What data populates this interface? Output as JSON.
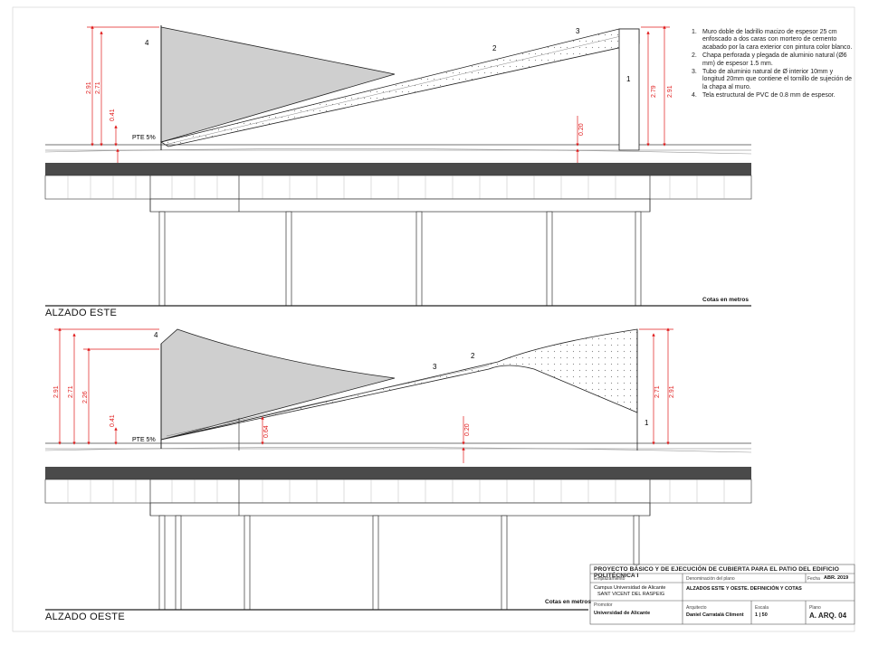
{
  "sheet": {
    "units_note": "Cotas en metros",
    "slope_label": "PTE 5%",
    "east": {
      "caption": "ALZADO ESTE",
      "markers": [
        "1",
        "2",
        "3",
        "4"
      ],
      "dims_left": [
        "2.91",
        "2.71",
        "0.41"
      ],
      "dims_right": [
        "2.79",
        "2.91"
      ],
      "dim_mid": "0.20"
    },
    "west": {
      "caption": "ALZADO OESTE",
      "markers": [
        "1",
        "2",
        "3",
        "4"
      ],
      "dims_left": [
        "2.91",
        "2.71",
        "2.26",
        "0.41"
      ],
      "dims_right": [
        "2.71",
        "2.91"
      ],
      "dim_mid": "0.20",
      "dim_inner": "0.64"
    }
  },
  "notes": [
    {
      "num": "1.",
      "text": "Muro doble de ladrillo macizo de espesor 25 cm enfoscado a dos caras con mortero de cemento acabado por la cara exterior con pintura color blanco."
    },
    {
      "num": "2.",
      "text": "Chapa perforada y plegada de aluminio natural (Ø6 mm) de espesor 1.5 mm."
    },
    {
      "num": "3.",
      "text": "Tubo de aluminio natural de Ø interior 10mm y longitud 20mm que contiene el tornillo de sujeción de la chapa al muro."
    },
    {
      "num": "4.",
      "text": "Tela estructural de PVC de 0.8 mm de espesor."
    }
  ],
  "title_block": {
    "project": "PROYECTO BÁSICO Y DE EJECUCIÓN DE CUBIERTA PARA EL PATIO DEL EDIFICIO POLITÉCNICA I",
    "site_label": "Emplazamiento",
    "site_line1": "Campus Universidad de Alicante",
    "site_line2": "SANT VICENT DEL RASPEIG",
    "plan_label": "Denominación del plano",
    "plan_value": "ALZADOS ESTE Y OESTE. DEFINICIÓN Y COTAS",
    "date_label": "Fecha",
    "date_value": "ABR. 2019",
    "promoter_label": "Promotor",
    "promoter_value": "Universidad de Alicante",
    "architect_label": "Arquitecto",
    "architect_value": "Daniel Carratalá Climent",
    "scale_label": "Escala",
    "scale_value": "1 | 50",
    "sheet_label": "Plano",
    "sheet_value": "A. ARQ. 04"
  },
  "colors": {
    "dimension": "#e01b1b",
    "fabric": "#cfcfcf",
    "slab": "#4a4a4a",
    "line": "#222222"
  }
}
